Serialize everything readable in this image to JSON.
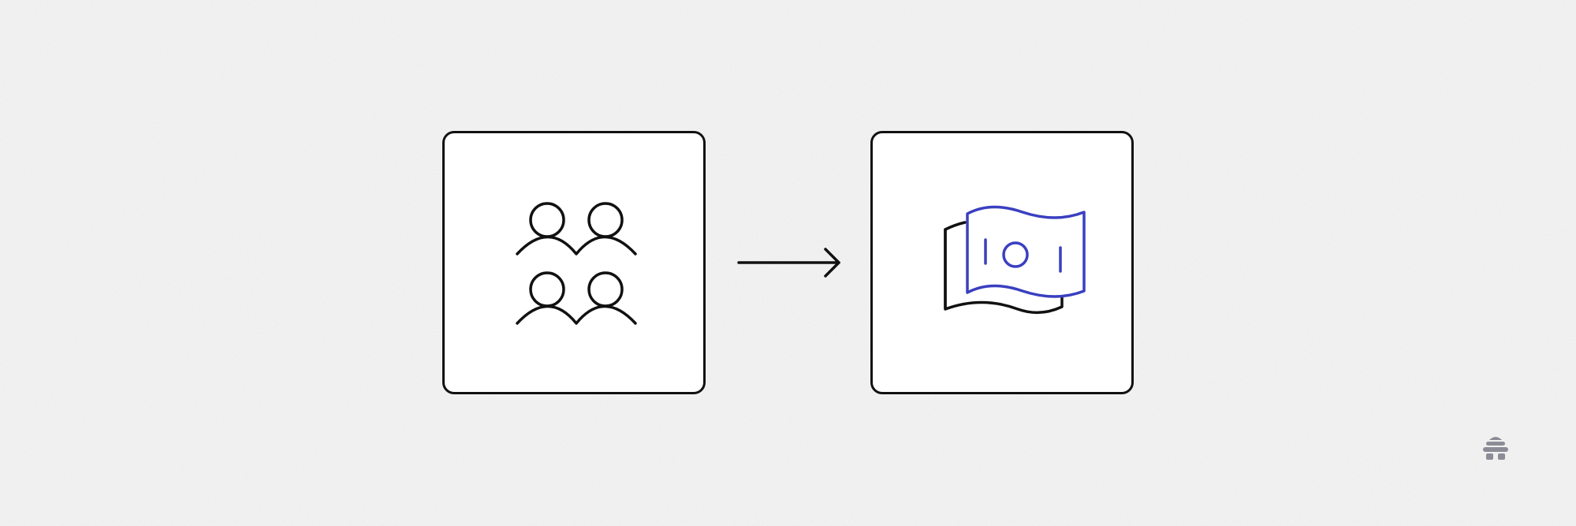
{
  "diagram": {
    "nodes": [
      {
        "id": "users",
        "icon": "group-of-people-icon"
      },
      {
        "id": "money",
        "icon": "banknotes-icon"
      }
    ],
    "edges": [
      {
        "from": "users",
        "to": "money",
        "icon": "arrow-right-icon"
      }
    ],
    "logo": {
      "icon": "beehive-logo-icon"
    }
  },
  "colors": {
    "background": "#f6f6f6",
    "box_fill": "#ffffff",
    "stroke": "#111111",
    "accent": "#3a3fc0",
    "logo": "#8c8c96"
  }
}
